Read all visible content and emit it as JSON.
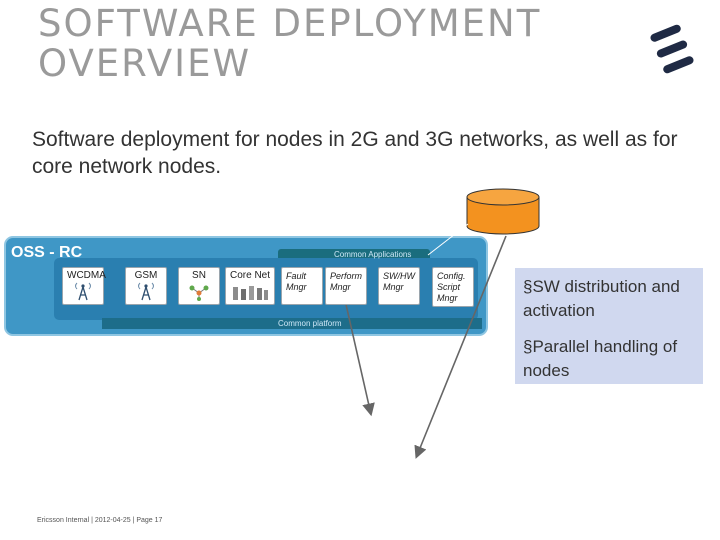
{
  "slide": {
    "title_line1": "Software deployment",
    "title_line2": "overview",
    "subtitle": "Software deployment for nodes in 2G and 3G networks, as well as for core network nodes.",
    "logo_icon": "ericsson-logo-icon",
    "footer": "Ericsson Internal  |  2012-04-25  |  Page 17"
  },
  "oss": {
    "label": "OSS - RC",
    "common_applications": "Common Applications",
    "common_platform": "Common platform",
    "network_tiles": [
      {
        "label": "WCDMA",
        "icon": "radio-tower-icon"
      },
      {
        "label": "GSM",
        "icon": "radio-tower-icon"
      },
      {
        "label": "SN",
        "icon": "network-nodes-icon"
      },
      {
        "label": "Core Net",
        "icon": "server-rack-icon"
      }
    ],
    "app_tiles": [
      {
        "label": "Fault Mngr"
      },
      {
        "label": "Perform Mngr"
      },
      {
        "label": "SW/HW Mngr"
      },
      {
        "label": "Config. Script Mngr"
      }
    ]
  },
  "bullets": [
    "§SW distribution and activation",
    "§Parallel handling of nodes"
  ],
  "colors": {
    "oss_outer": "#3f97c6",
    "oss_inner": "#2a7fb0",
    "platform_bar": "#1d6d8a",
    "apps_bar": "#1a6d7e",
    "database": "#f3921f",
    "bullet_box": "#d0d8ef"
  }
}
